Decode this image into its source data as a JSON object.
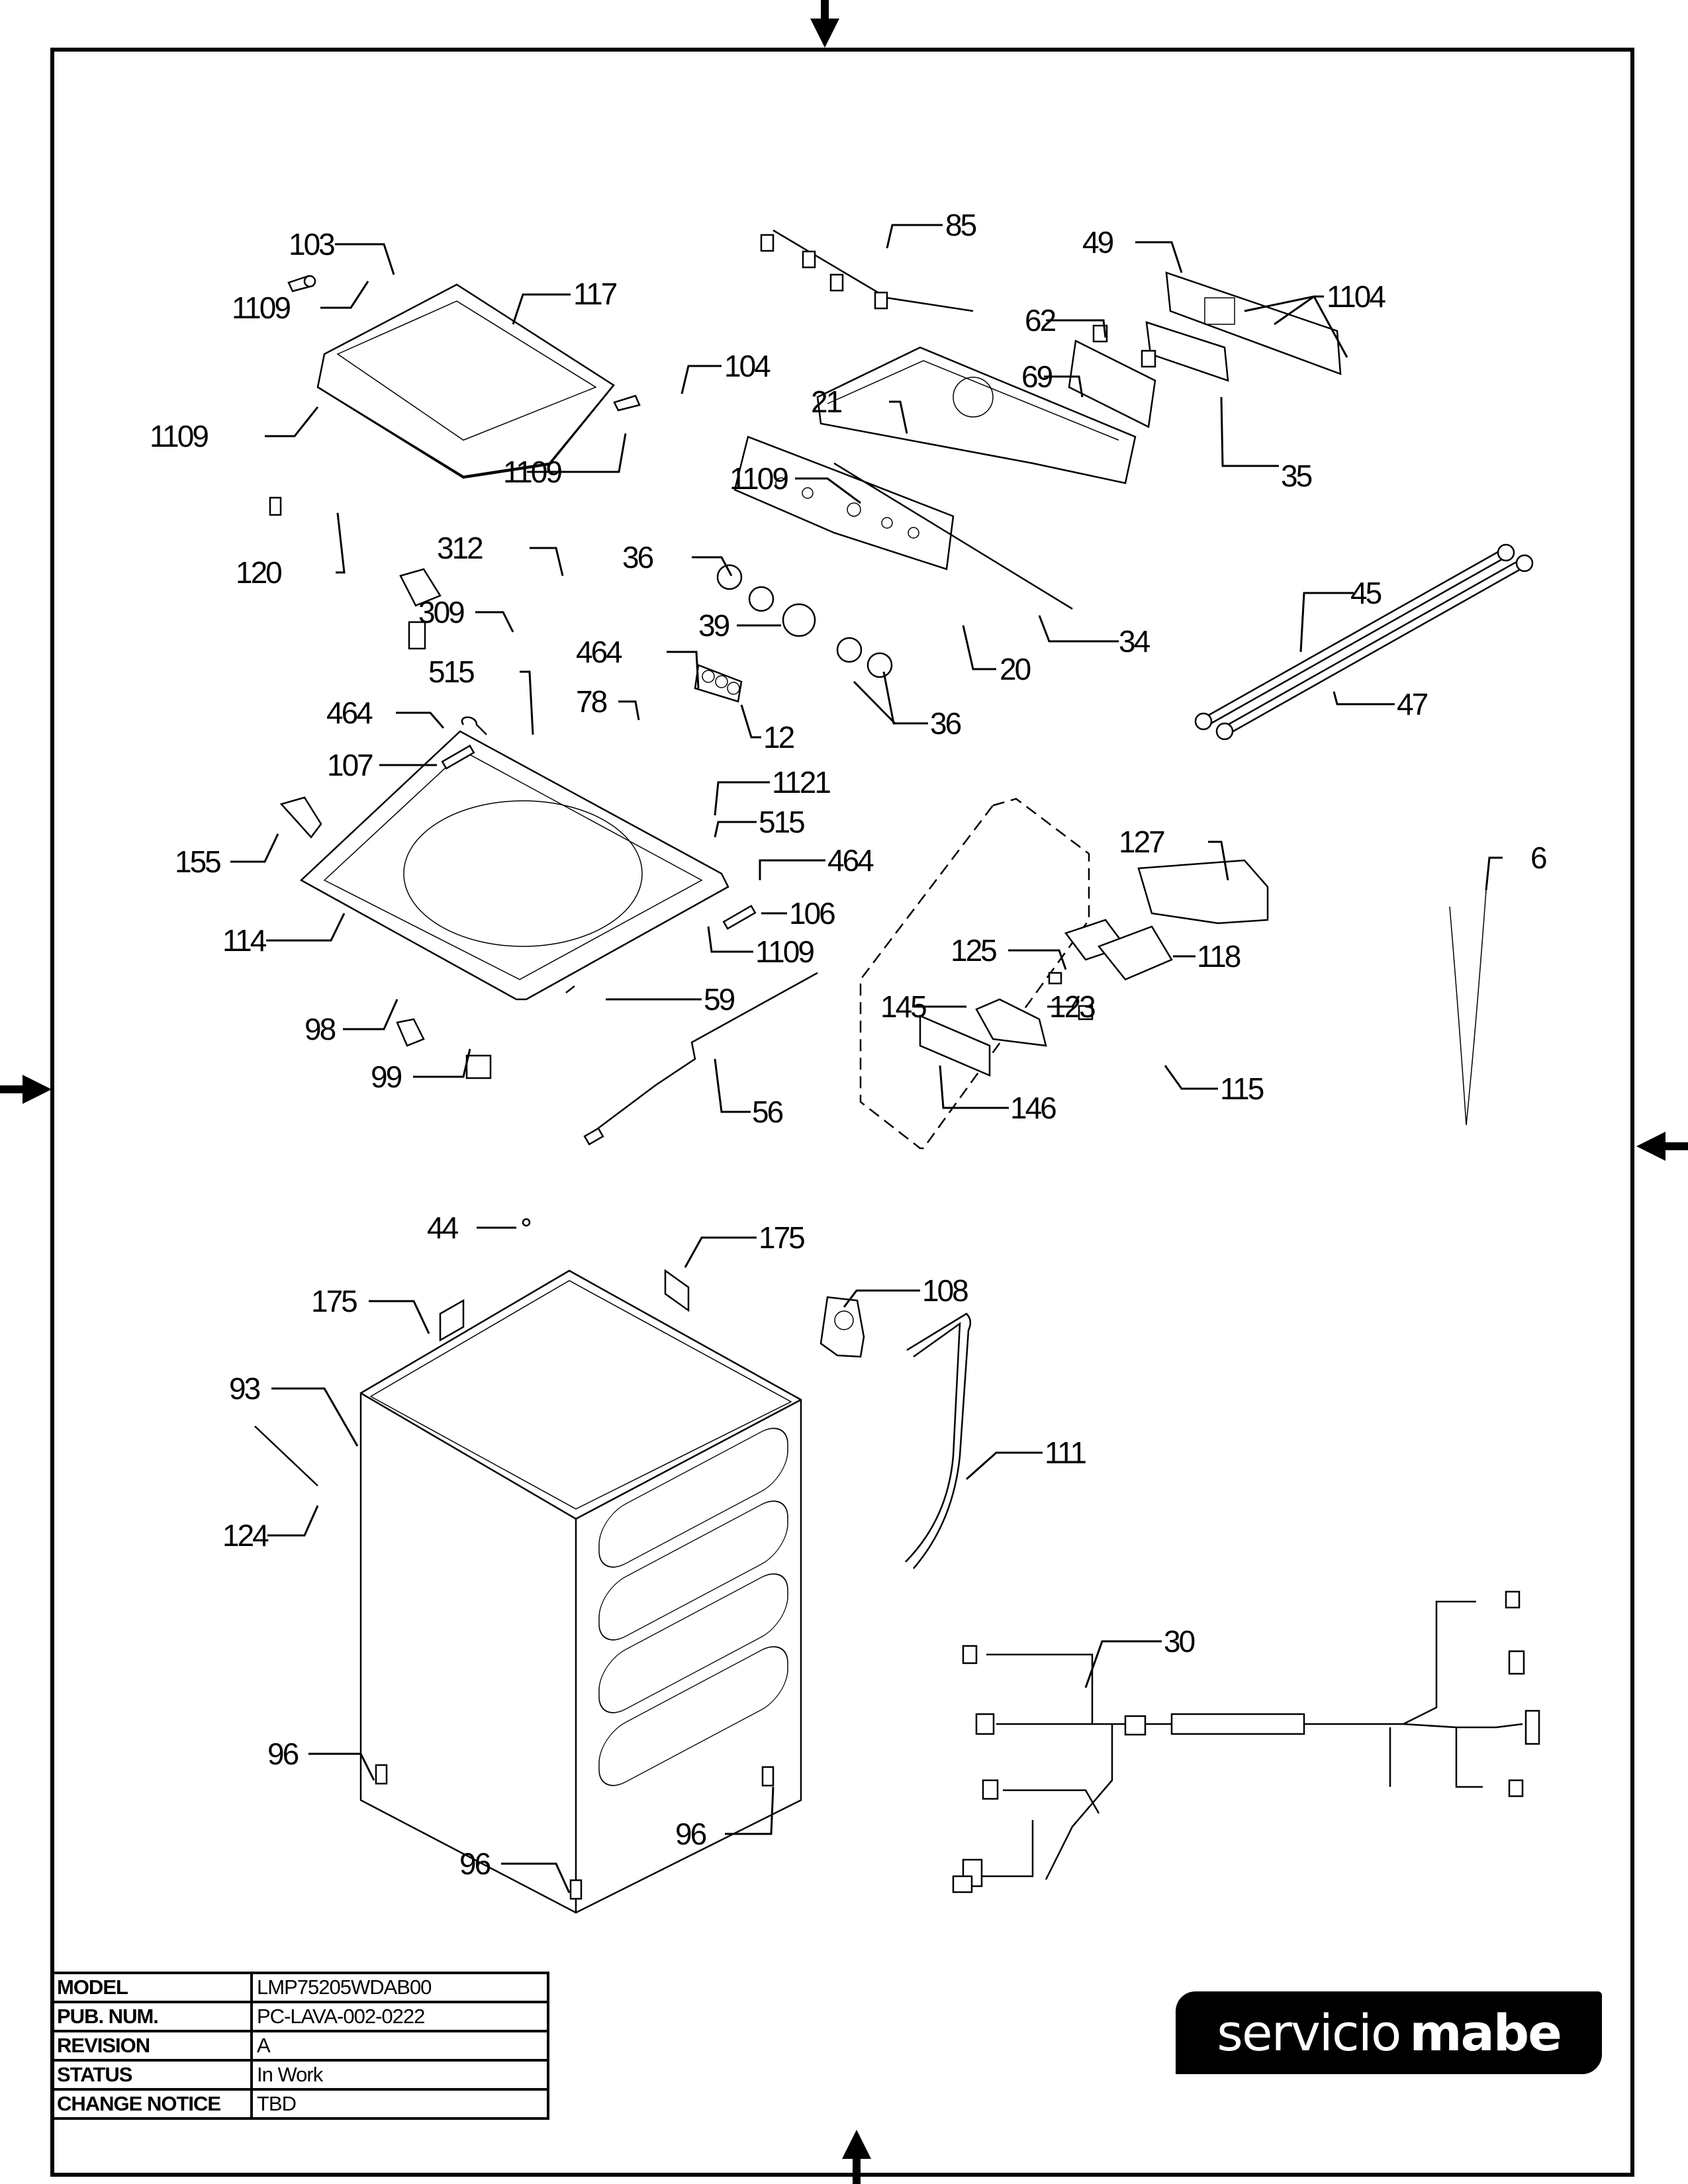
{
  "document": {
    "type": "exploded parts diagram",
    "subject": "top-load washing machine"
  },
  "title_block": {
    "rows": [
      {
        "key": "MODEL",
        "value": "LMP75205WDAB00"
      },
      {
        "key": "PUB. NUM.",
        "value": "PC-LAVA-002-0222"
      },
      {
        "key": "REVISION",
        "value": "A"
      },
      {
        "key": "STATUS",
        "value": "In Work"
      },
      {
        "key": "CHANGE NOTICE",
        "value": "TBD"
      }
    ]
  },
  "logo": {
    "word1": "servicio",
    "word2": "mabe"
  },
  "callouts": [
    {
      "id": "c-103",
      "text": "103"
    },
    {
      "id": "c-1109-a",
      "text": "1109"
    },
    {
      "id": "c-117",
      "text": "117"
    },
    {
      "id": "c-104",
      "text": "104"
    },
    {
      "id": "c-1109-b",
      "text": "1109"
    },
    {
      "id": "c-1109-c",
      "text": "1109"
    },
    {
      "id": "c-120",
      "text": "120"
    },
    {
      "id": "c-85",
      "text": "85"
    },
    {
      "id": "c-49",
      "text": "49"
    },
    {
      "id": "c-1104",
      "text": "1104"
    },
    {
      "id": "c-62",
      "text": "62"
    },
    {
      "id": "c-69",
      "text": "69"
    },
    {
      "id": "c-21",
      "text": "21"
    },
    {
      "id": "c-35",
      "text": "35"
    },
    {
      "id": "c-1109-d",
      "text": "1109"
    },
    {
      "id": "c-312",
      "text": "312"
    },
    {
      "id": "c-36-a",
      "text": "36"
    },
    {
      "id": "c-309",
      "text": "309"
    },
    {
      "id": "c-39",
      "text": "39"
    },
    {
      "id": "c-34",
      "text": "34"
    },
    {
      "id": "c-464-a",
      "text": "464"
    },
    {
      "id": "c-20",
      "text": "20"
    },
    {
      "id": "c-45",
      "text": "45"
    },
    {
      "id": "c-515-a",
      "text": "515"
    },
    {
      "id": "c-78",
      "text": "78"
    },
    {
      "id": "c-36-b",
      "text": "36"
    },
    {
      "id": "c-47",
      "text": "47"
    },
    {
      "id": "c-464-b",
      "text": "464"
    },
    {
      "id": "c-12",
      "text": "12"
    },
    {
      "id": "c-107",
      "text": "107"
    },
    {
      "id": "c-1121",
      "text": "1121"
    },
    {
      "id": "c-515-b",
      "text": "515"
    },
    {
      "id": "c-155",
      "text": "155"
    },
    {
      "id": "c-464-c",
      "text": "464"
    },
    {
      "id": "c-127",
      "text": "127"
    },
    {
      "id": "c-6",
      "text": "6"
    },
    {
      "id": "c-106",
      "text": "106"
    },
    {
      "id": "c-114",
      "text": "114"
    },
    {
      "id": "c-1109-e",
      "text": "1109"
    },
    {
      "id": "c-125",
      "text": "125"
    },
    {
      "id": "c-118",
      "text": "118"
    },
    {
      "id": "c-59",
      "text": "59"
    },
    {
      "id": "c-145",
      "text": "145"
    },
    {
      "id": "c-123",
      "text": "123"
    },
    {
      "id": "c-98",
      "text": "98"
    },
    {
      "id": "c-99",
      "text": "99"
    },
    {
      "id": "c-115",
      "text": "115"
    },
    {
      "id": "c-146",
      "text": "146"
    },
    {
      "id": "c-56",
      "text": "56"
    },
    {
      "id": "c-44",
      "text": "44"
    },
    {
      "id": "c-175-a",
      "text": "175"
    },
    {
      "id": "c-175-b",
      "text": "175"
    },
    {
      "id": "c-108",
      "text": "108"
    },
    {
      "id": "c-93",
      "text": "93"
    },
    {
      "id": "c-111",
      "text": "111"
    },
    {
      "id": "c-124",
      "text": "124"
    },
    {
      "id": "c-30",
      "text": "30"
    },
    {
      "id": "c-96-a",
      "text": "96"
    },
    {
      "id": "c-96-b",
      "text": "96"
    },
    {
      "id": "c-96-c",
      "text": "96"
    }
  ]
}
